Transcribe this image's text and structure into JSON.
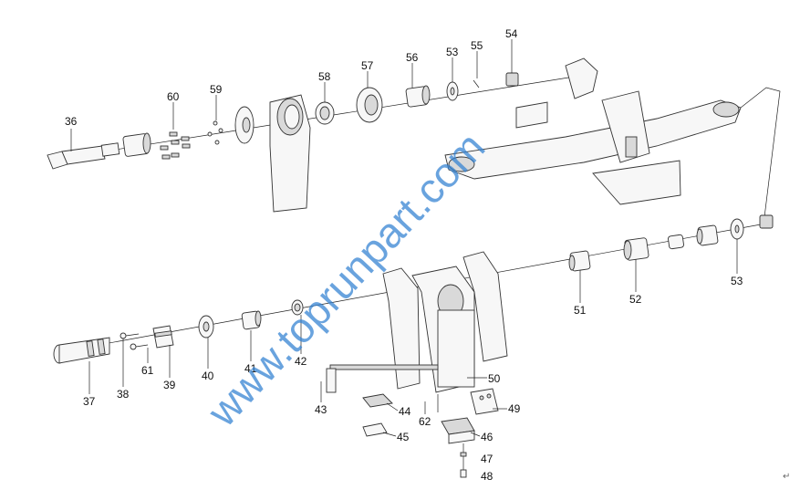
{
  "labels": {
    "p36": "36",
    "p60": "60",
    "p59": "59",
    "p58": "58",
    "p57": "57",
    "p56": "56",
    "p53a": "53",
    "p55": "55",
    "p54": "54",
    "p51": "51",
    "p52": "52",
    "p53b": "53",
    "p37": "37",
    "p38": "38",
    "p61": "61",
    "p39": "39",
    "p40": "40",
    "p41": "41",
    "p42": "42",
    "p43": "43",
    "p62": "62",
    "p44": "44",
    "p45": "45",
    "p50": "50",
    "p49": "49",
    "p46": "46",
    "p47": "47",
    "p48": "48"
  },
  "watermark": "www.toprunpart.com",
  "corner_mark": "↵"
}
